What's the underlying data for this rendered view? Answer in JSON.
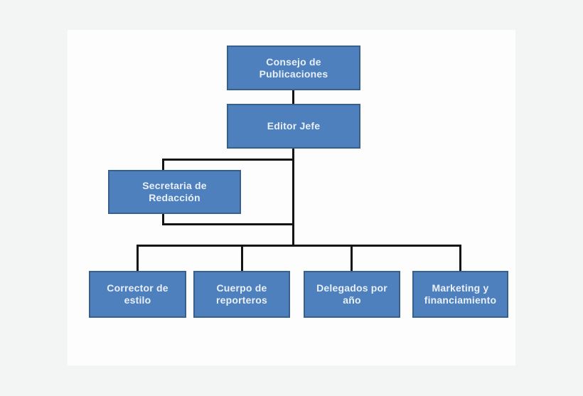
{
  "org_chart": {
    "type": "org-tree",
    "nodes": [
      {
        "id": "consejo-de-publicaciones",
        "label": "Consejo de Publicaciones",
        "parent": null
      },
      {
        "id": "editor-jefe",
        "label": "Editor Jefe",
        "parent": "consejo-de-publicaciones"
      },
      {
        "id": "secretaria-de-redaccion",
        "label": "Secretaria de Redacción",
        "parent": "editor-jefe"
      },
      {
        "id": "corrector-de-estilo",
        "label": "Corrector de estilo",
        "parent": "editor-jefe"
      },
      {
        "id": "cuerpo-de-reporteros",
        "label": "Cuerpo de reporteros",
        "parent": "editor-jefe"
      },
      {
        "id": "delegados-por-ano",
        "label": "Delegados por año",
        "parent": "editor-jefe"
      },
      {
        "id": "marketing-y-financiamiento",
        "label": "Marketing y financiamiento",
        "parent": "editor-jefe"
      }
    ],
    "colors": {
      "node_fill": "#4d80bd",
      "node_border": "#38608f",
      "node_text": "#e9eff7",
      "connector": "#141414",
      "page_background": "#f3f4f4",
      "canvas_background": "#fdfdfd"
    }
  }
}
